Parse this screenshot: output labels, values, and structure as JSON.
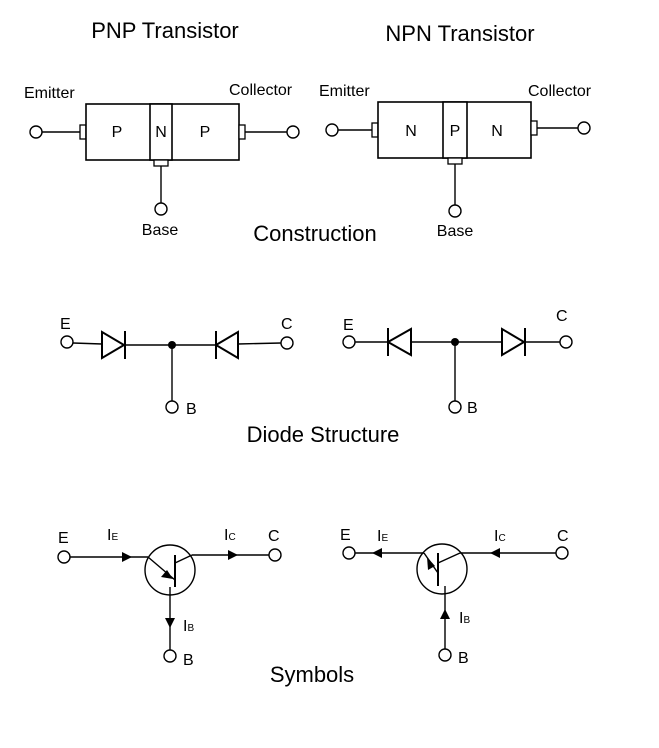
{
  "construction": {
    "pnp_title": "PNP Transistor",
    "npn_title": "NPN Transistor",
    "section_label": "Construction",
    "pnp": {
      "emitter_label": "Emitter",
      "collector_label": "Collector",
      "base_label": "Base",
      "regions": [
        "P",
        "N",
        "P"
      ]
    },
    "npn": {
      "emitter_label": "Emitter",
      "collector_label": "Collector",
      "base_label": "Base",
      "regions": [
        "N",
        "P",
        "N"
      ]
    }
  },
  "diode_structure": {
    "section_label": "Diode Structure",
    "pnp": {
      "e_label": "E",
      "c_label": "C",
      "b_label": "B"
    },
    "npn": {
      "e_label": "E",
      "c_label": "C",
      "b_label": "B"
    }
  },
  "symbols": {
    "section_label": "Symbols",
    "pnp": {
      "e_label": "E",
      "c_label": "C",
      "b_label": "B",
      "ie_main": "I",
      "ie_sub": "E",
      "ic_main": "I",
      "ic_sub": "C",
      "ib_main": "I",
      "ib_sub": "B"
    },
    "npn": {
      "e_label": "E",
      "c_label": "C",
      "b_label": "B",
      "ie_main": "I",
      "ie_sub": "E",
      "ic_main": "I",
      "ic_sub": "C",
      "ib_main": "I",
      "ib_sub": "B"
    }
  }
}
